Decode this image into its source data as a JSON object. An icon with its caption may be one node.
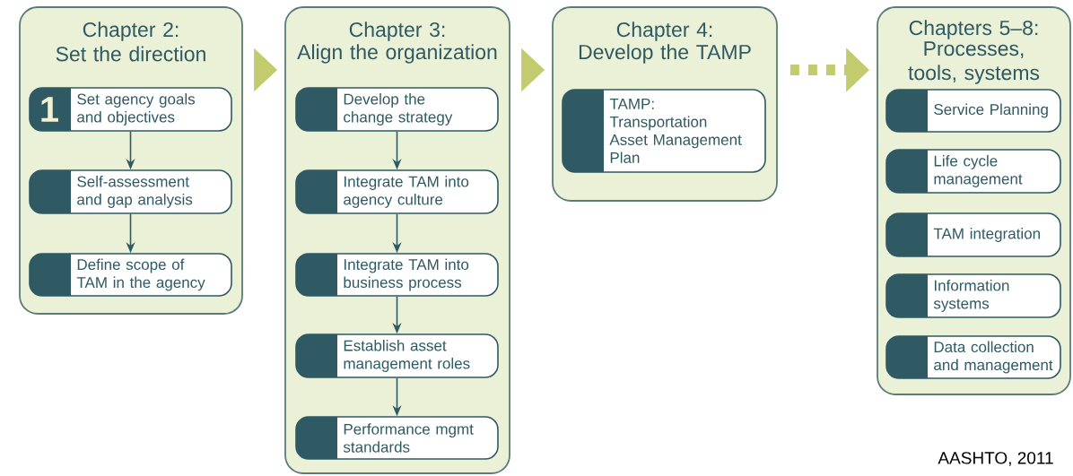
{
  "diagram": {
    "nodes": [
      {
        "text": [
          "Chapter 2:",
          "Set the direction"
        ]
      },
      {
        "text": [
          "1",
          "Set agency goals and objectives"
        ],
        "in": 0
      },
      {
        "text": [
          "Self-assessment and gap analysis"
        ],
        "in": 0
      },
      {
        "text": [
          "Define scope of TAM in the agency"
        ],
        "in": 0
      },
      {
        "text": [
          "Chapter 3:",
          "Align the organization"
        ]
      },
      {
        "text": [
          "Develop the change strategy"
        ],
        "in": 4
      },
      {
        "text": [
          "Integrate TAM into agency culture"
        ],
        "in": 4
      },
      {
        "text": [
          "Integrate TAM into business process"
        ],
        "in": 4
      },
      {
        "text": [
          "Establish asset management roles"
        ],
        "in": 4
      },
      {
        "text": [
          "Performance mgmt standards"
        ],
        "in": 4
      },
      {
        "text": [
          "Chapter 4:",
          "Develop the TAMP"
        ]
      },
      {
        "text": [
          "TAMP: Transportation Asset Management Plan"
        ],
        "in": 10
      },
      {
        "text": [
          "Chapters 5–8:",
          "Processes, tools, systems"
        ]
      },
      {
        "text": [
          "Service Planning"
        ],
        "in": 12
      },
      {
        "text": [
          "Life cycle management"
        ],
        "in": 12
      },
      {
        "text": [
          "TAM integration"
        ],
        "in": 12
      },
      {
        "text": [
          "Information systems"
        ],
        "in": 12
      },
      {
        "text": [
          "Data collection and management"
        ],
        "in": 12
      }
    ],
    "edges": [
      {
        "from": 1,
        "to": 2,
        "arrow": "to"
      },
      {
        "from": 2,
        "to": 3,
        "arrow": "to"
      },
      {
        "from": 5,
        "to": 6,
        "arrow": "to"
      },
      {
        "from": 6,
        "to": 7,
        "arrow": "to"
      },
      {
        "from": 7,
        "to": 8,
        "arrow": "to"
      },
      {
        "from": 8,
        "to": 9,
        "arrow": "to"
      },
      {
        "from": 0,
        "to": 4,
        "arrow": "to",
        "color": "#c2cc6e"
      },
      {
        "from": 4,
        "to": 10,
        "arrow": "to",
        "color": "#c2cc6e"
      },
      {
        "from": 10,
        "to": 12,
        "arrow": "to",
        "style": "dashed",
        "color": "#c2cc6e"
      }
    ],
    "labels": [
      "AASHTO, 2011"
    ]
  }
}
